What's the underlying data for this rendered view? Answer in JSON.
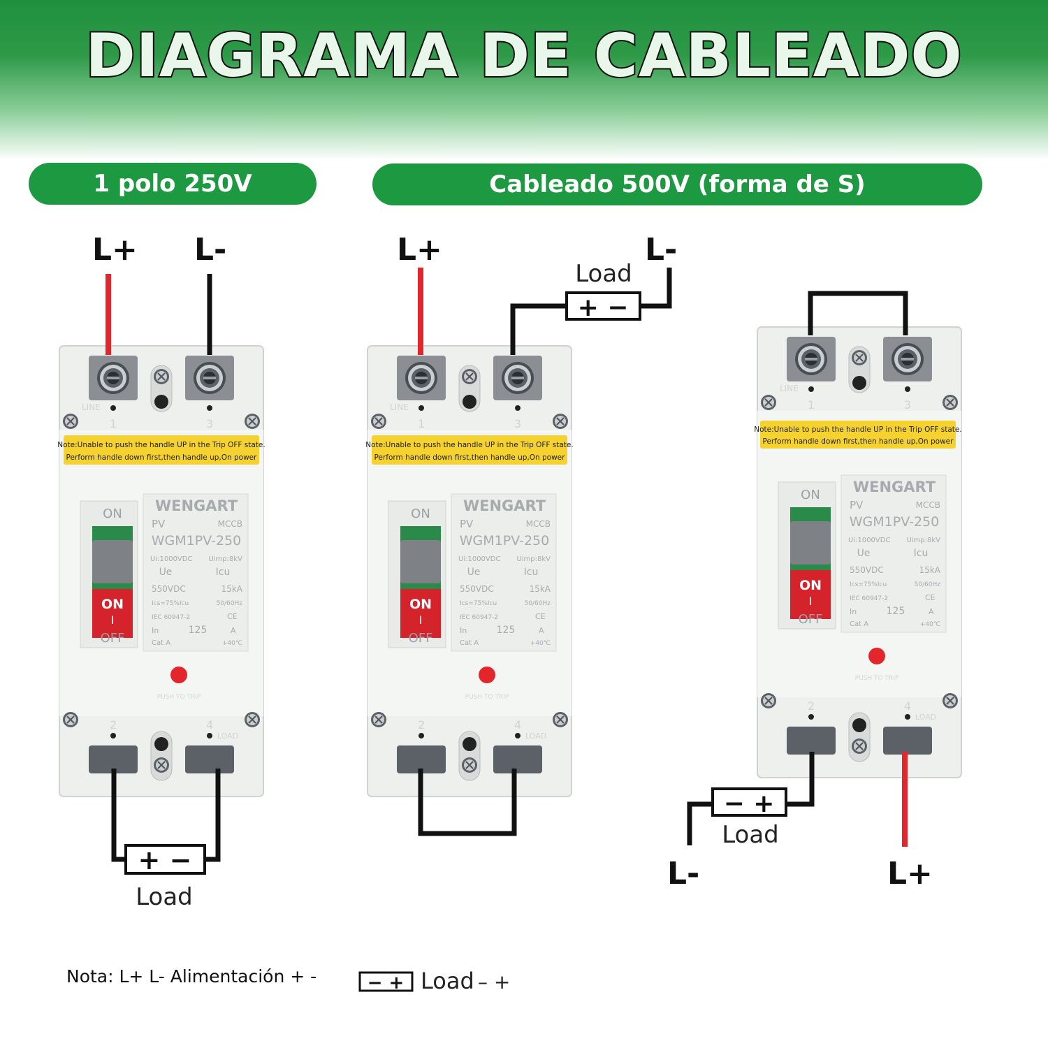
{
  "title": "DIAGRAMA DE CABLEADO",
  "sections": {
    "left": "1 polo 250V",
    "right": "Cableado 500V (forma de S)"
  },
  "terminal_labels": {
    "plus": "L+",
    "minus": "L-"
  },
  "load_label": "Load",
  "load_symbol": {
    "plus_minus": "+ −",
    "minus_plus": "− +"
  },
  "breaker": {
    "brand": "WENGART",
    "type": "PV",
    "category": "MCCB",
    "model": "WGM1PV-250",
    "ui": "Ui:1000VDC",
    "uimp": "Uimp:8kV",
    "ue_label": "Ue",
    "icu_label": "Icu",
    "ue_value": "550VDC",
    "icu_value": "15kA",
    "ics": "Ics=75%Icu",
    "freq": "50/60Hz",
    "standard": "IEC 60947-2",
    "ce": "CE",
    "in_label": "In",
    "in_value": "125",
    "in_unit": "A",
    "cat": "Cat A",
    "temp": "+40℃",
    "note_line1": "Note:Unable to push the handle UP in the Trip OFF state.",
    "note_line2": "Perform handle down first,then handle up,On power",
    "on_label": "ON",
    "off_label": "OFF",
    "handle_on": "ON",
    "handle_mark": "I",
    "line_label": "LINE",
    "load_mark": "LOAD",
    "push_label": "PUSH TO TRIP",
    "term_1": "1",
    "term_2": "2",
    "term_3": "3",
    "term_4": "4"
  },
  "colors": {
    "green": "#1d9a41",
    "red": "#e3262b",
    "black": "#111111",
    "note_yellow": "#f5d230"
  },
  "footer": {
    "note": "Nota: L+ L- Alimentación + -",
    "legend_symbol": "− +",
    "legend_text": "Load",
    "legend_suffix": "– +"
  }
}
